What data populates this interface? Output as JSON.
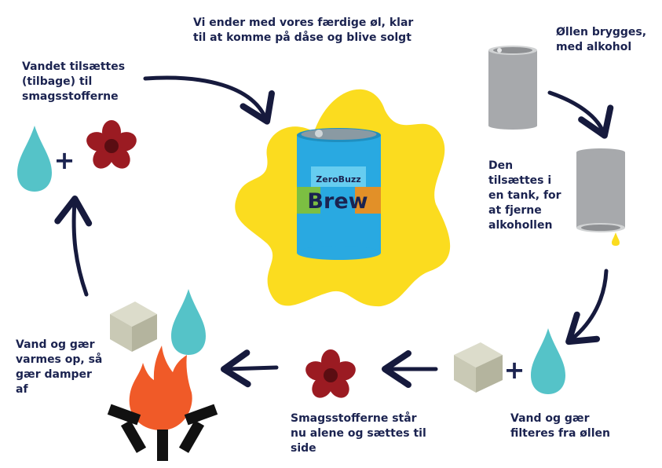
{
  "steps": {
    "top_center": [
      "Vi ender med vores færdige øl, klar",
      "til at komme på dåse og blive solgt"
    ],
    "top_left": [
      "Vandet tilsættes",
      "(tilbage) til",
      "smagsstofferne"
    ],
    "top_right": [
      "Øllen brygges,",
      "med alkohol"
    ],
    "mid_right": [
      "Den",
      "tilsættes i",
      "en tank, for",
      "at fjerne",
      "alkohollen"
    ],
    "bottom_left": [
      "Vand og gær",
      "varmes op, så",
      "gær damper",
      "af"
    ],
    "bottom_center": [
      "Smagsstofferne står",
      "nu alene og sættes til",
      "side"
    ],
    "bottom_right": [
      "Vand og gær",
      "filteres fra øllen"
    ]
  },
  "can": {
    "brand_small": "ZeroBuzz",
    "brand_big": "Brew"
  },
  "colors": {
    "text": "#1b2350",
    "arrow": "#161a3d",
    "splash": "#fbdc1f",
    "can_blue": "#29a9e1",
    "water": "#55c3c8",
    "flower": "#9b1b22",
    "fire": "#f05a28",
    "yeast": "#c9c9b5",
    "steel": "#a7a9ac"
  }
}
